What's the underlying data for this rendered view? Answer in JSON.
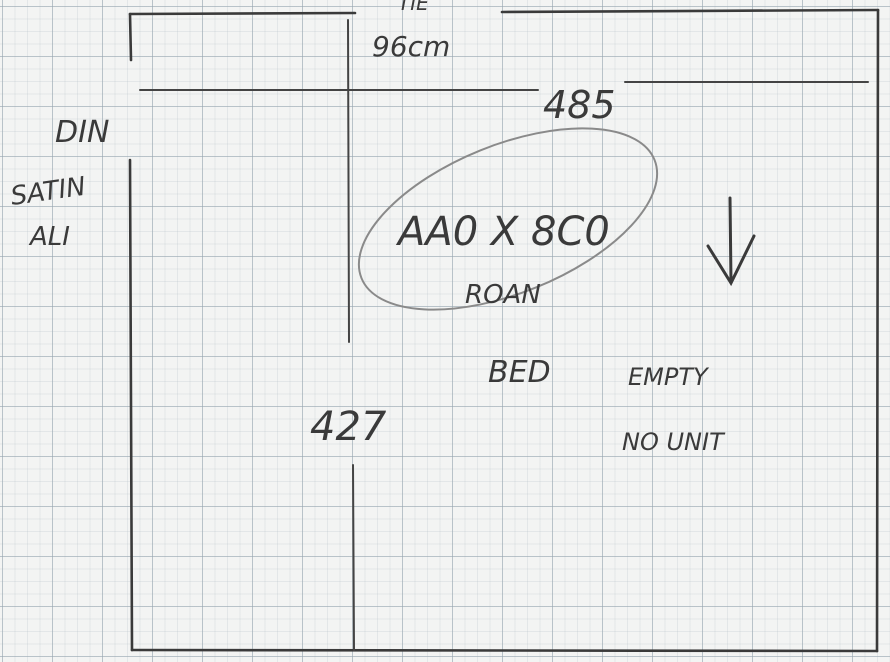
{
  "labels": {
    "top_fragment": "TIE",
    "top_width": "96cm",
    "dimension_top": "485",
    "side_left_1": "DIN",
    "side_left_2": "SATIN",
    "side_left_3": "ALI",
    "ellipse_text": "AA0 X 8C0",
    "room_label": "ROAN",
    "bed_label": "BED",
    "empty_label": "EMPTY",
    "no_unit_label": "NO UNIT",
    "dimension_side": "427"
  },
  "arrow": {
    "direction": "down"
  },
  "colors": {
    "ink": "#3a3a3a",
    "pencil": "#8a8a8a"
  }
}
